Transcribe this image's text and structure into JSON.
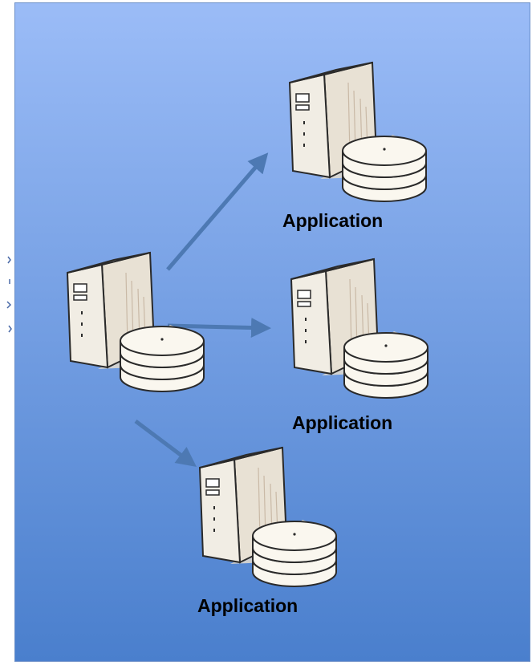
{
  "colors": {
    "background_top": "#9bbcf7",
    "background_bottom": "#4a7fcd",
    "arrow": "#4d79b3",
    "server_body": "#f1ede4",
    "disk": "#faf7ef",
    "outline": "#2a2a2a"
  },
  "nodes": {
    "source": {
      "icon": "server-icon"
    },
    "targets": [
      {
        "icon": "server-icon",
        "label": "Application"
      },
      {
        "icon": "server-icon",
        "label": "Application"
      },
      {
        "icon": "server-icon",
        "label": "Application"
      }
    ]
  }
}
